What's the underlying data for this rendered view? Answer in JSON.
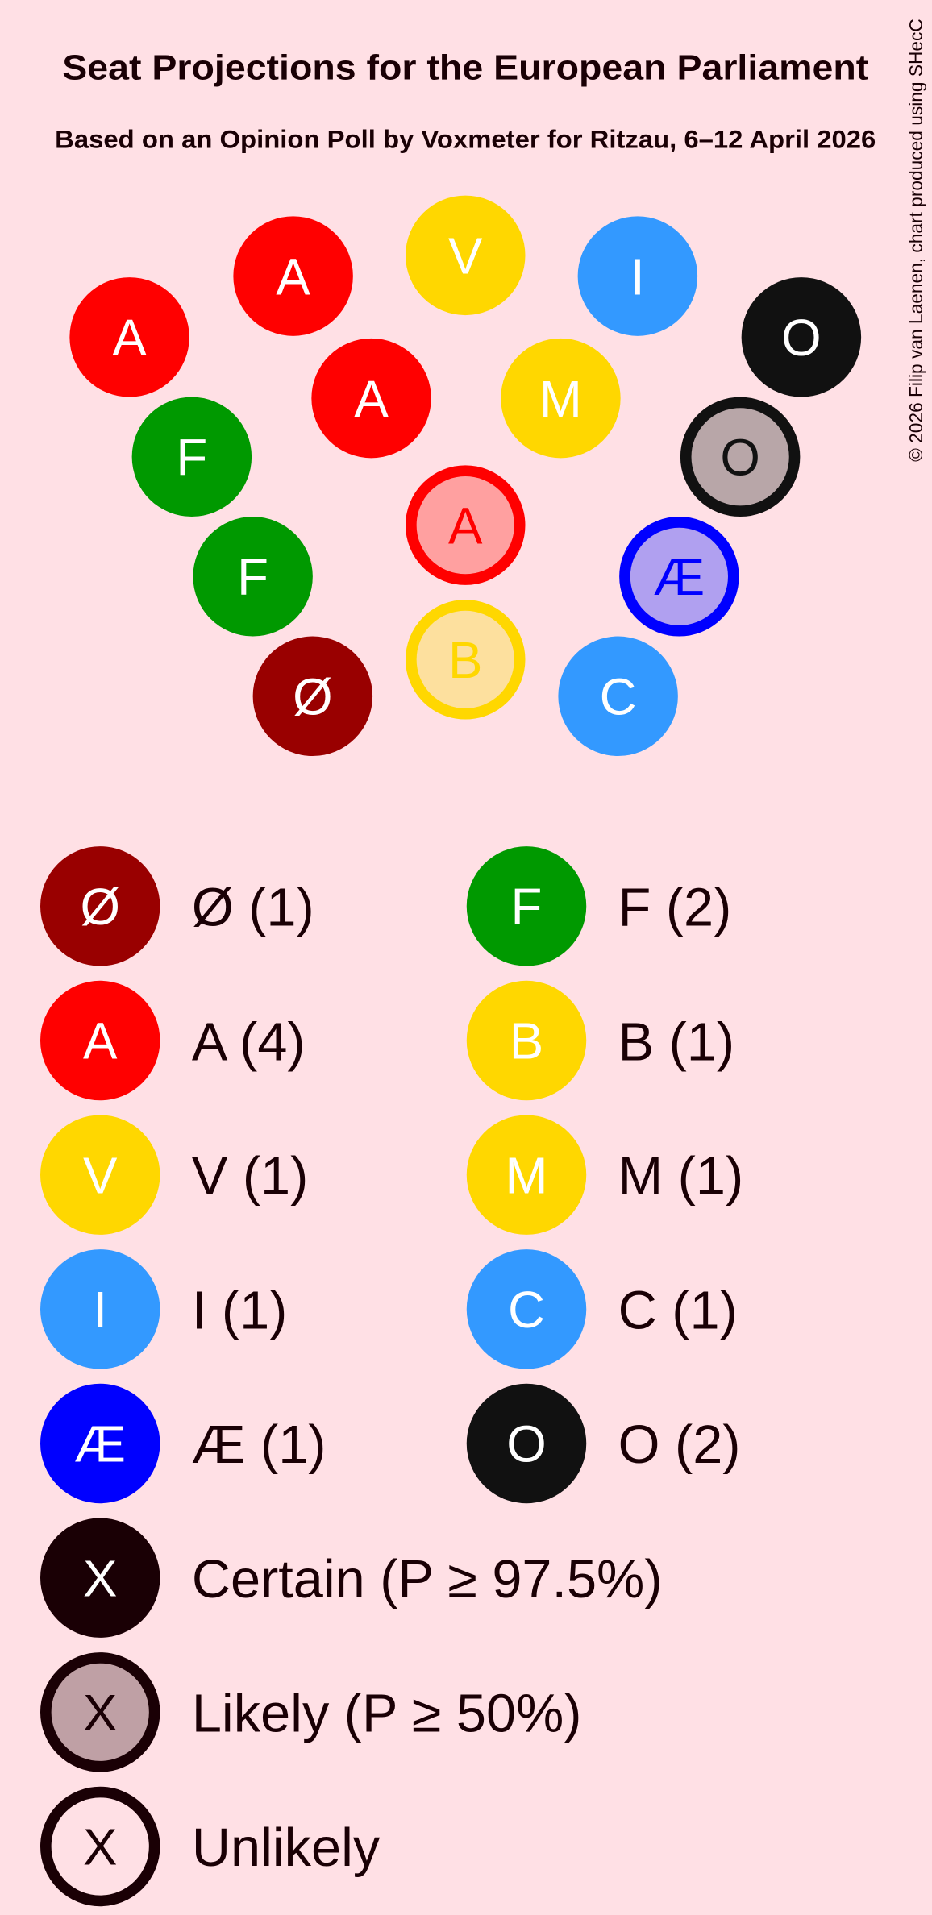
{
  "chart_data": {
    "type": "hemicycle",
    "title": "Seat Projections for the European Parliament",
    "subtitle": "Based on an Opinion Poll by Voxmeter for Ritzau, 6–12 April 2026",
    "copyright": "© 2026 Filip van Laenen, chart produced using SHecC",
    "seats": [
      {
        "party": "A",
        "status": "certain",
        "color": "#FF0000"
      },
      {
        "party": "A",
        "status": "certain",
        "color": "#FF0000"
      },
      {
        "party": "V",
        "status": "certain",
        "color": "#FFD700"
      },
      {
        "party": "I",
        "status": "certain",
        "color": "#3399FF"
      },
      {
        "party": "O",
        "status": "certain",
        "color": "#111111"
      },
      {
        "party": "A",
        "status": "certain",
        "color": "#FF0000"
      },
      {
        "party": "M",
        "status": "certain",
        "color": "#FFD700"
      },
      {
        "party": "F",
        "status": "certain",
        "color": "#009900"
      },
      {
        "party": "O",
        "status": "likely",
        "color": "#111111",
        "fill": "#B8A6A8"
      },
      {
        "party": "F",
        "status": "certain",
        "color": "#009900"
      },
      {
        "party": "A",
        "status": "likely",
        "color": "#FF0000",
        "fill": "#FFA0A0"
      },
      {
        "party": "Æ",
        "status": "likely",
        "color": "#0000FF",
        "fill": "#B0A0F0"
      },
      {
        "party": "Ø",
        "status": "certain",
        "color": "#990000"
      },
      {
        "party": "B",
        "status": "likely",
        "color": "#FFD700",
        "fill": "#FDE09E"
      },
      {
        "party": "C",
        "status": "certain",
        "color": "#3399FF"
      }
    ],
    "legend": [
      {
        "party": "Ø",
        "label": "Ø (1)",
        "seats": 1,
        "color": "#990000"
      },
      {
        "party": "F",
        "label": "F (2)",
        "seats": 2,
        "color": "#009900"
      },
      {
        "party": "A",
        "label": "A (4)",
        "seats": 4,
        "color": "#FF0000"
      },
      {
        "party": "B",
        "label": "B (1)",
        "seats": 1,
        "color": "#FFD700"
      },
      {
        "party": "V",
        "label": "V (1)",
        "seats": 1,
        "color": "#FFD700"
      },
      {
        "party": "M",
        "label": "M (1)",
        "seats": 1,
        "color": "#FFD700"
      },
      {
        "party": "I",
        "label": "I (1)",
        "seats": 1,
        "color": "#3399FF"
      },
      {
        "party": "C",
        "label": "C (1)",
        "seats": 1,
        "color": "#3399FF"
      },
      {
        "party": "Æ",
        "label": "Æ (1)",
        "seats": 1,
        "color": "#0000FF"
      },
      {
        "party": "O",
        "label": "O (2)",
        "seats": 2,
        "color": "#111111"
      }
    ],
    "status_legend": [
      {
        "symbol": "X",
        "label": "Certain (P ≥ 97.5%)",
        "status": "certain"
      },
      {
        "symbol": "X",
        "label": "Likely (P ≥ 50%)",
        "status": "likely"
      },
      {
        "symbol": "X",
        "label": "Unlikely",
        "status": "unlikely"
      }
    ]
  }
}
